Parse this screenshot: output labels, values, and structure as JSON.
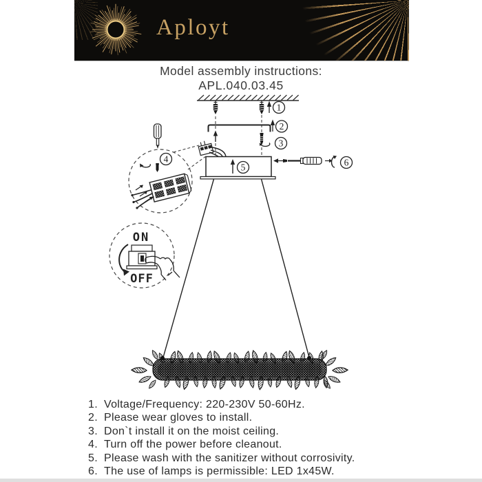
{
  "banner": {
    "brand": "Aployt",
    "bg_color": "#0d0c0a",
    "gold": "#c49a5f"
  },
  "header": {
    "title": "Model assembly instructions:",
    "model_code": "APL.040.03.45"
  },
  "diagram": {
    "steps": {
      "s1": "1",
      "s2": "2",
      "s3": "3",
      "s4": "4",
      "s5": "5",
      "s6": "6"
    },
    "switch_labels": {
      "on": "ON",
      "off": "OFF"
    }
  },
  "instructions": [
    {
      "num": "1.",
      "text": "Voltage/Frequency: 220-230V 50-60Hz."
    },
    {
      "num": "2.",
      "text": "Please wear gloves to install."
    },
    {
      "num": "3.",
      "text": "Don`t install it on the moist ceiling."
    },
    {
      "num": "4.",
      "text": "Turn off the power before cleanout."
    },
    {
      "num": "5.",
      "text": "Please wash with the sanitizer without corrosivity."
    },
    {
      "num": "6.",
      "text": "The use of lamps is permissible: LED 1x45W."
    }
  ]
}
